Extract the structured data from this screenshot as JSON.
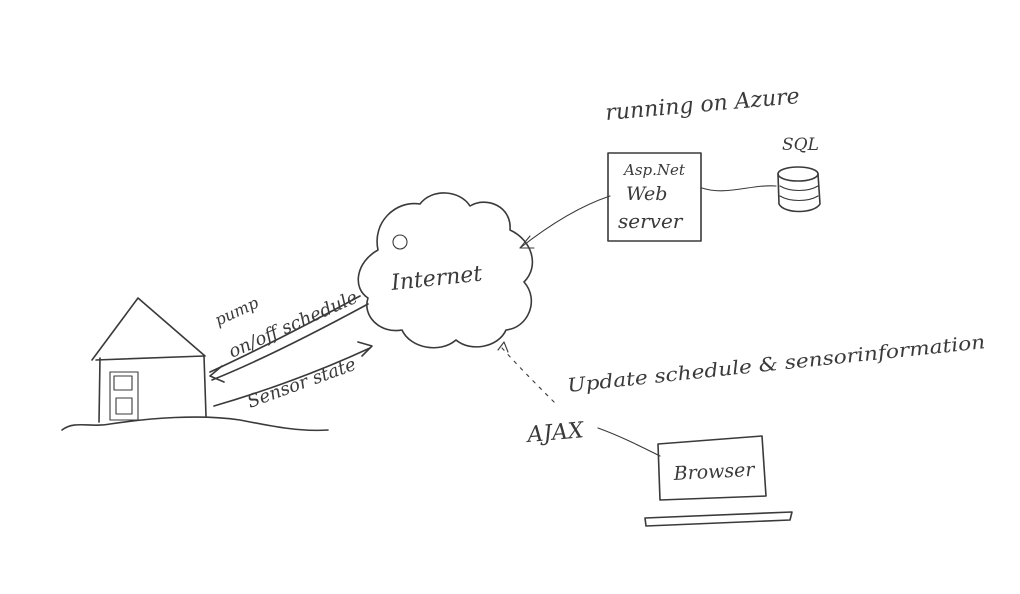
{
  "labels": {
    "running_on": "running on Azure",
    "webserver_line1": "Asp.Net",
    "webserver_line2": "Web",
    "webserver_line3": "server",
    "database": "SQL",
    "internet": "Internet",
    "pump": "pump",
    "schedule": "on/off schedule",
    "sensor_state": "Sensor state",
    "update": "Update schedule & sensorinformation",
    "ajax": "AJAX",
    "browser": "Browser"
  },
  "colors": {
    "ink": "#3a3a3a",
    "paper": "#ffffff"
  }
}
